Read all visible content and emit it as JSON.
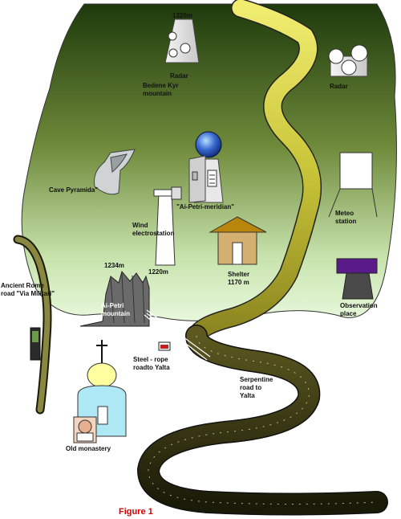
{
  "labels": {
    "peak_height": "1320m",
    "radar_left": "Radar",
    "bedene_kyr": "Bedene Kyr",
    "bedene_kyr_mountain": "mountain",
    "radar_right": "Radar",
    "cave_pyramid": "Cave Pyramida\"",
    "ai_petri_meridian": "\"Ai-Petri-meridian\"",
    "wind_1": "Wind",
    "wind_2": "electrostation",
    "meteo_1": "Meteo",
    "meteo_2": "station",
    "ancient_1": "Ancient Rome",
    "ancient_2": "road \"Via Militari\"",
    "height_1234": "1234m",
    "height_1220": "1220m",
    "shelter_1": "Shelter",
    "shelter_2": "1170 m",
    "observation_1": "Observation",
    "observation_2": "place",
    "ai_petri_1": "Ai-Petri",
    "ai_petri_2": "mountain",
    "steel_rope_1": "Steel - rope",
    "steel_rope_2": "roadto Yalta",
    "serpentine_1": "Serpentine",
    "serpentine_2": "road to",
    "serpentine_3": "Yalta",
    "old_monastery": "Old monastery",
    "figure_caption": "Figure  1"
  },
  "colors": {
    "terrain_top": "#1e3a0c",
    "terrain_mid": "#6f8a3a",
    "terrain_bottom": "#e2f6d2",
    "road_yellow": "#e8e24a",
    "road_dark": "#2c2c10",
    "monastery": "#aee8f4",
    "dome": "#ffffa0",
    "observation_roof": "#5a1a8a",
    "shelter_roof": "#b8860b",
    "caption": "#d00000"
  }
}
